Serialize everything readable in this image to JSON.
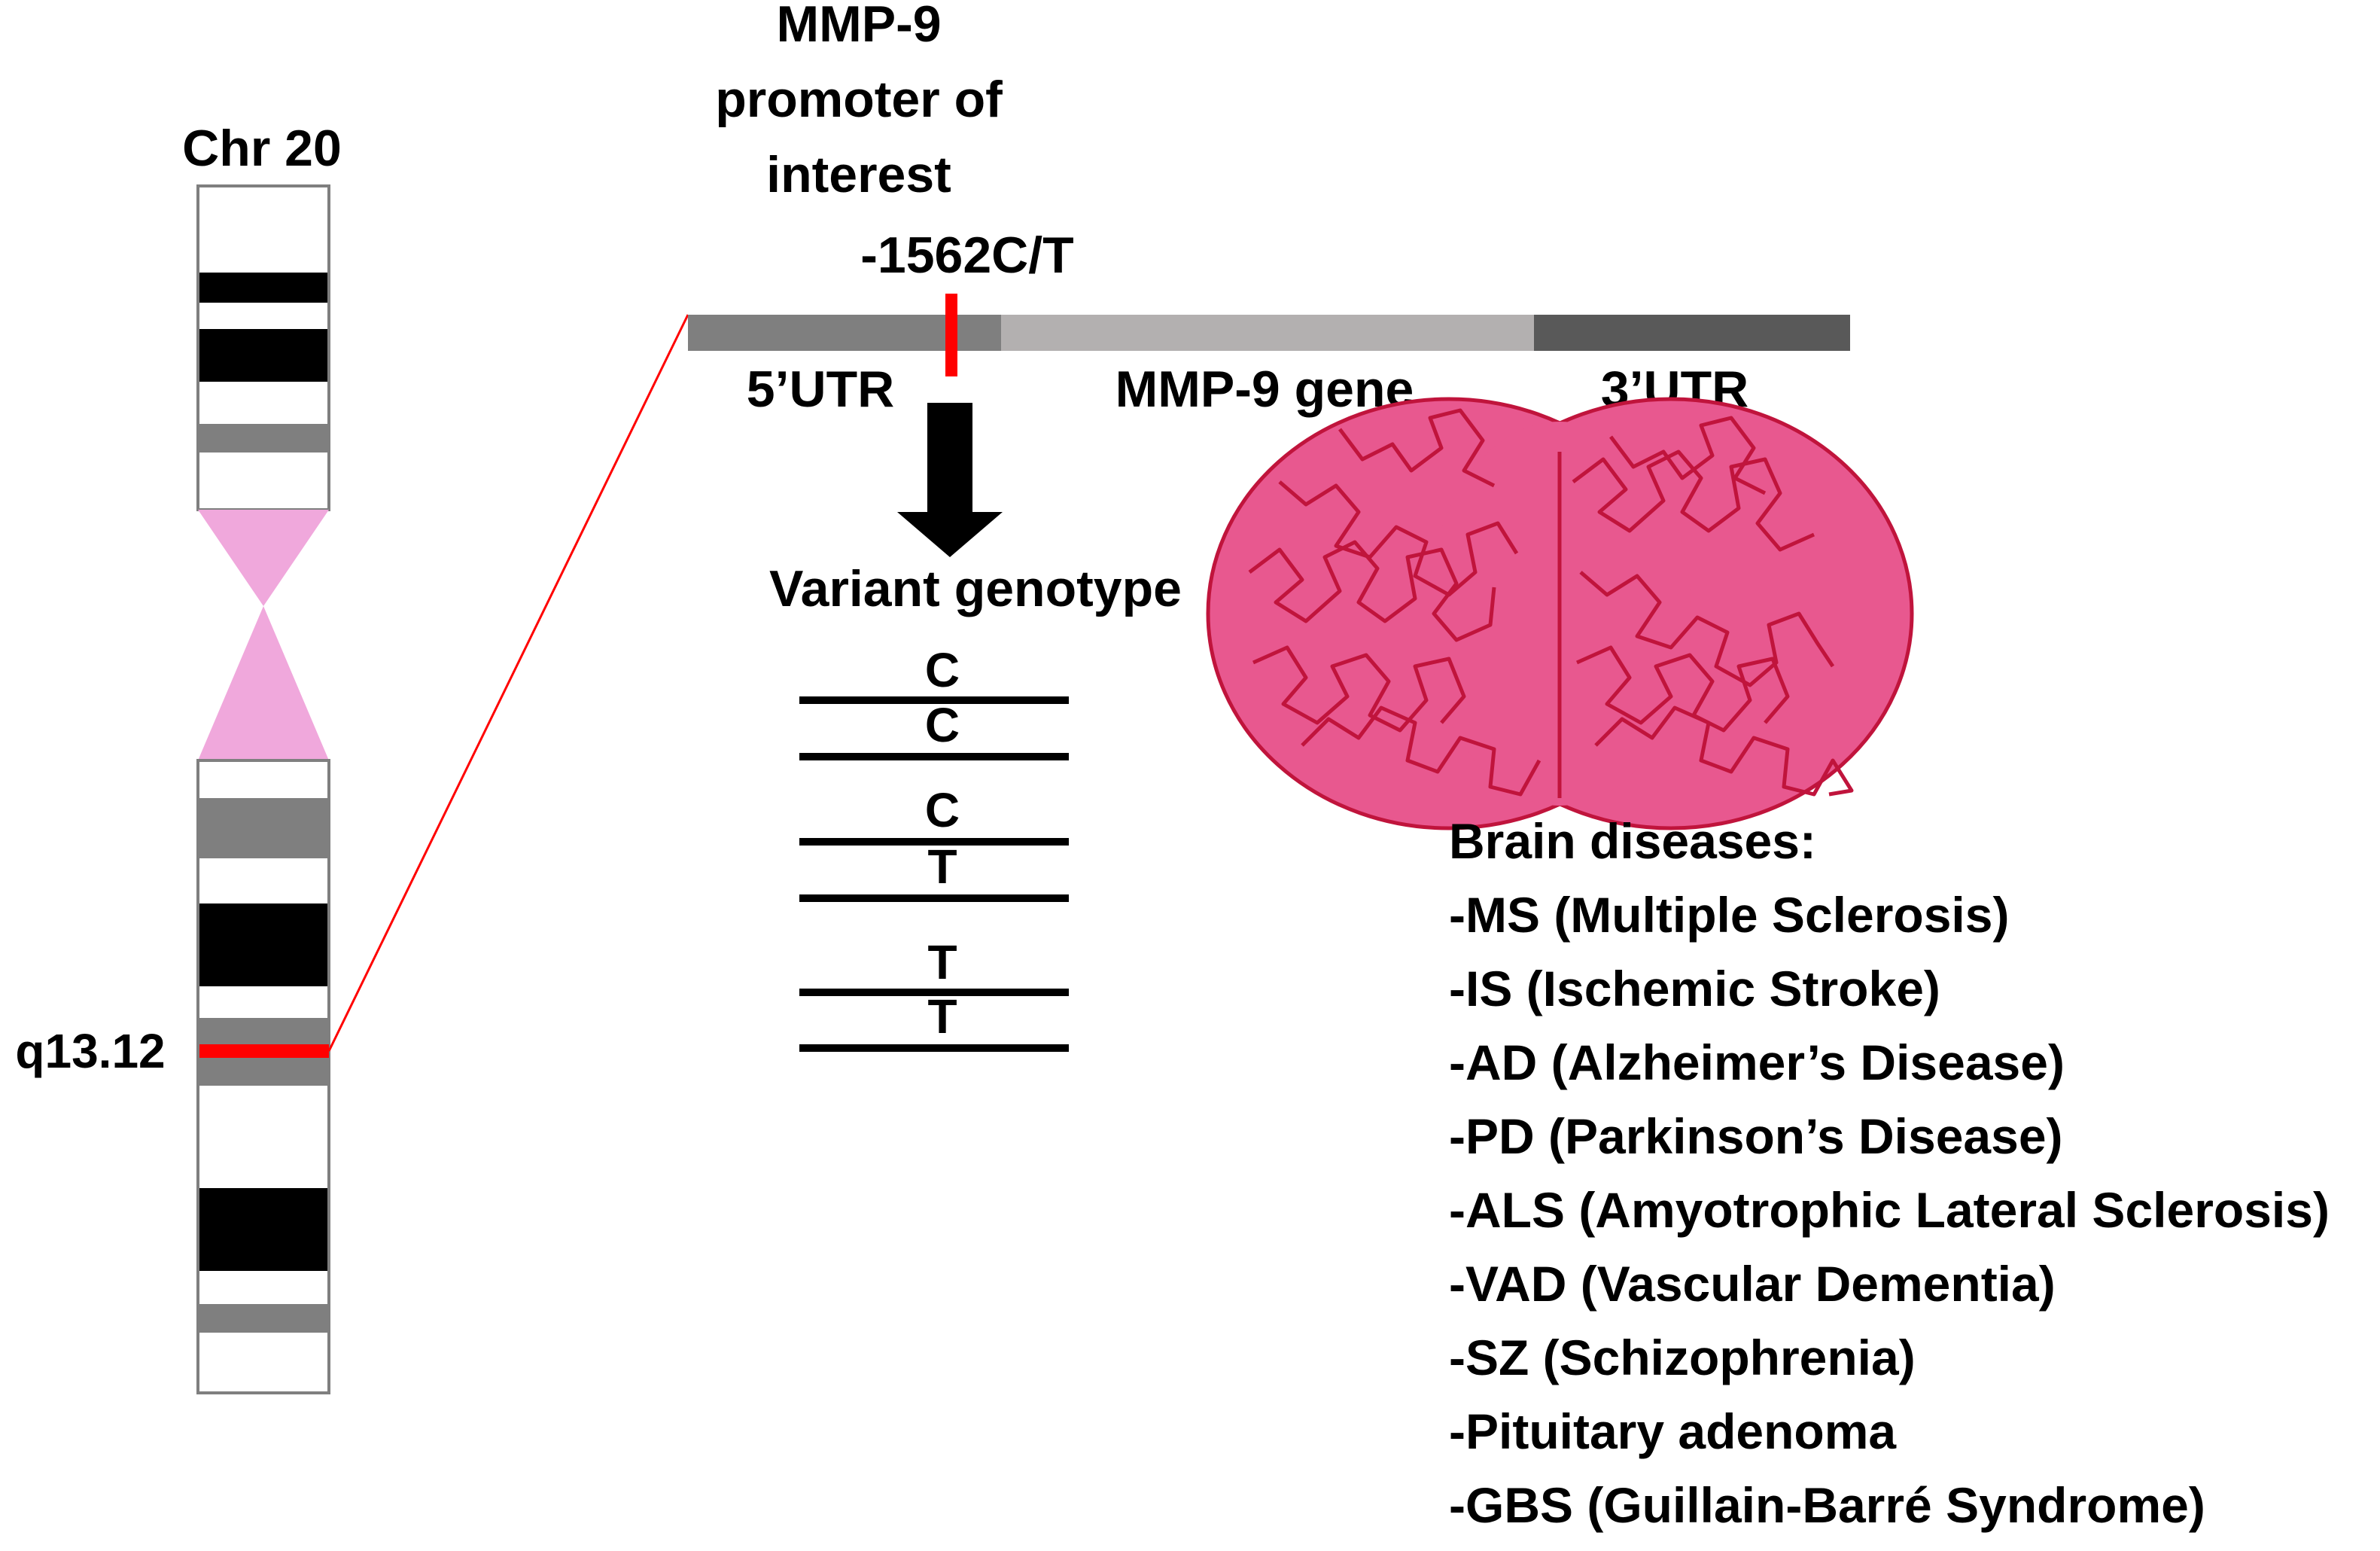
{
  "chromosome": {
    "label": "Chr 20",
    "locus_label": "q13.12"
  },
  "promoter": {
    "title_lines": [
      "MMP-9",
      "promoter of",
      "interest"
    ],
    "snp_label": "-1562C/T"
  },
  "gene": {
    "utr5_label": "5’UTR",
    "gene_label": "MMP-9 gene",
    "utr3_label": "3’UTR"
  },
  "variant": {
    "label": "Variant genotype",
    "genotypes": [
      {
        "alleles": [
          "C",
          "C"
        ]
      },
      {
        "alleles": [
          "C",
          "T"
        ]
      },
      {
        "alleles": [
          "T",
          "T"
        ]
      }
    ]
  },
  "diseases": {
    "title": "Brain diseases:",
    "items": [
      "-MS (Multiple Sclerosis)",
      "-IS (Ischemic Stroke)",
      "-AD (Alzheimer’s Disease)",
      "-PD (Parkinson’s Disease)",
      "-ALS (Amyotrophic Lateral Sclerosis)",
      "-VAD (Vascular Dementia)",
      "-SZ (Schizophrenia)",
      "-Pituitary adenoma",
      "-GBS (Guillain-Barré Syndrome)"
    ]
  },
  "colors": {
    "band_dark": "#000000",
    "band_gray": "#7f7f7f",
    "centromere": "#f0a8dc",
    "highlight_red": "#ff0000",
    "gene_utr5": "#7f7f7f",
    "gene_body": "#b3b0b0",
    "gene_utr3": "#595959",
    "brain_fill": "#e8588f",
    "brain_line": "#c0143c"
  }
}
